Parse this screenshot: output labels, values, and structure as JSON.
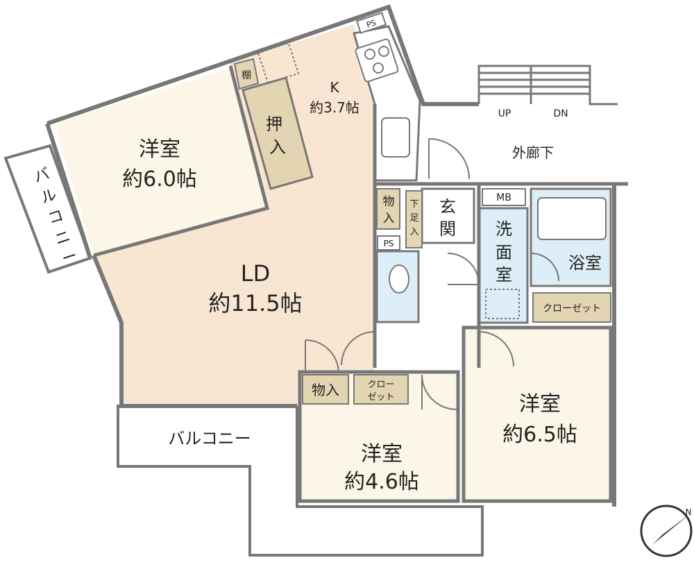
{
  "rooms": {
    "western_a": {
      "name": "洋室",
      "size": "約6.0帖"
    },
    "kitchen": {
      "name": "K",
      "size": "約3.7帖"
    },
    "ld": {
      "name": "LD",
      "size": "約11.5帖"
    },
    "western_b": {
      "name": "洋室",
      "size": "約6.5帖"
    },
    "western_c": {
      "name": "洋室",
      "size": "約4.6帖"
    },
    "bath": {
      "name": "浴室"
    },
    "washroom": {
      "name": "洗面室",
      "chars": [
        "洗",
        "面",
        "室"
      ]
    },
    "entrance": {
      "name": "玄関",
      "chars": [
        "玄",
        "関"
      ]
    }
  },
  "labels": {
    "shelf": "棚",
    "oshiire": [
      "押",
      "入"
    ],
    "storage_a": [
      "物",
      "入"
    ],
    "storage_b": "物入",
    "getabako": [
      "下",
      "足",
      "入"
    ],
    "closet_b": "クローゼット",
    "closet_c": [
      "クロー",
      "ゼット"
    ],
    "ps": "PS",
    "mb": "MB",
    "corridor": "外廊下",
    "up": "UP",
    "dn": "DN",
    "balcony_left": [
      "バ",
      "ル",
      "コ",
      "ニ",
      "ー"
    ],
    "balcony_bottom": "バルコニー"
  },
  "colors": {
    "living": "#f8e6d2",
    "bedroom": "#fbf6e7",
    "storage": "#e4d5b2",
    "wet": "#ddeef8",
    "wall": "#777777",
    "balcony": "#ffffff"
  },
  "compass": {
    "label": "N"
  }
}
